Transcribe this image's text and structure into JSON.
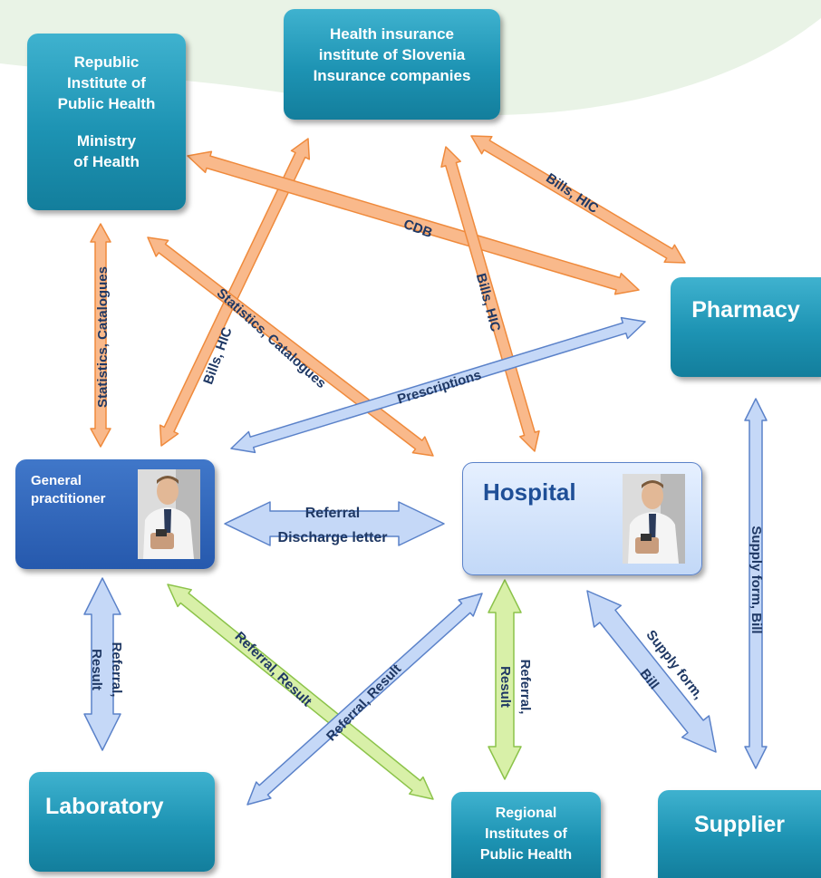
{
  "nodes": {
    "ministry": {
      "line1": "Republic",
      "line2": "Institute of",
      "line3": "Public Health",
      "line4": "Ministry",
      "line5": "of Health"
    },
    "insurance": {
      "line1": "Health insurance",
      "line2": "institute of Slovenia",
      "line3": "Insurance companies"
    },
    "pharmacy": "Pharmacy",
    "gp": {
      "line1": "General",
      "line2": "practitioner"
    },
    "hospital": "Hospital",
    "laboratory": "Laboratory",
    "regional": {
      "line1": "Regional",
      "line2": "Institutes of",
      "line3": "Public Health"
    },
    "supplier": "Supplier"
  },
  "edges": {
    "gp_ministry": "Statistics, Catalogues",
    "gp_insurance": "Bills, HIC",
    "ministry_hospital": "Statistics, Catalogues",
    "ministry_pharmacy": "CDB",
    "insurance_hospital": "Bills, HIC",
    "insurance_pharmacy": "Bills, HIC",
    "gp_pharmacy": "Prescriptions",
    "gp_hospital_1": "Referral",
    "gp_hospital_2": "Discharge letter",
    "gp_lab_1": "Referral,",
    "gp_lab_2": "Result",
    "gp_regional": "Referral, Result",
    "hospital_lab": "Referral, Result",
    "hospital_regional_1": "Referral,",
    "hospital_regional_2": "Result",
    "hospital_supplier_1": "Supply form,",
    "hospital_supplier_2": "Bill",
    "pharmacy_supplier": "Supply form, Bill"
  },
  "colors": {
    "orange_fill": "#f9b98b",
    "orange_stroke": "#ef8a3c",
    "blue_fill": "#c5d8f7",
    "blue_stroke": "#5b82c9",
    "green_fill": "#d8f0a8",
    "green_stroke": "#8cc34a",
    "node_teal": "#1d93b3",
    "label": "#1f3864"
  }
}
